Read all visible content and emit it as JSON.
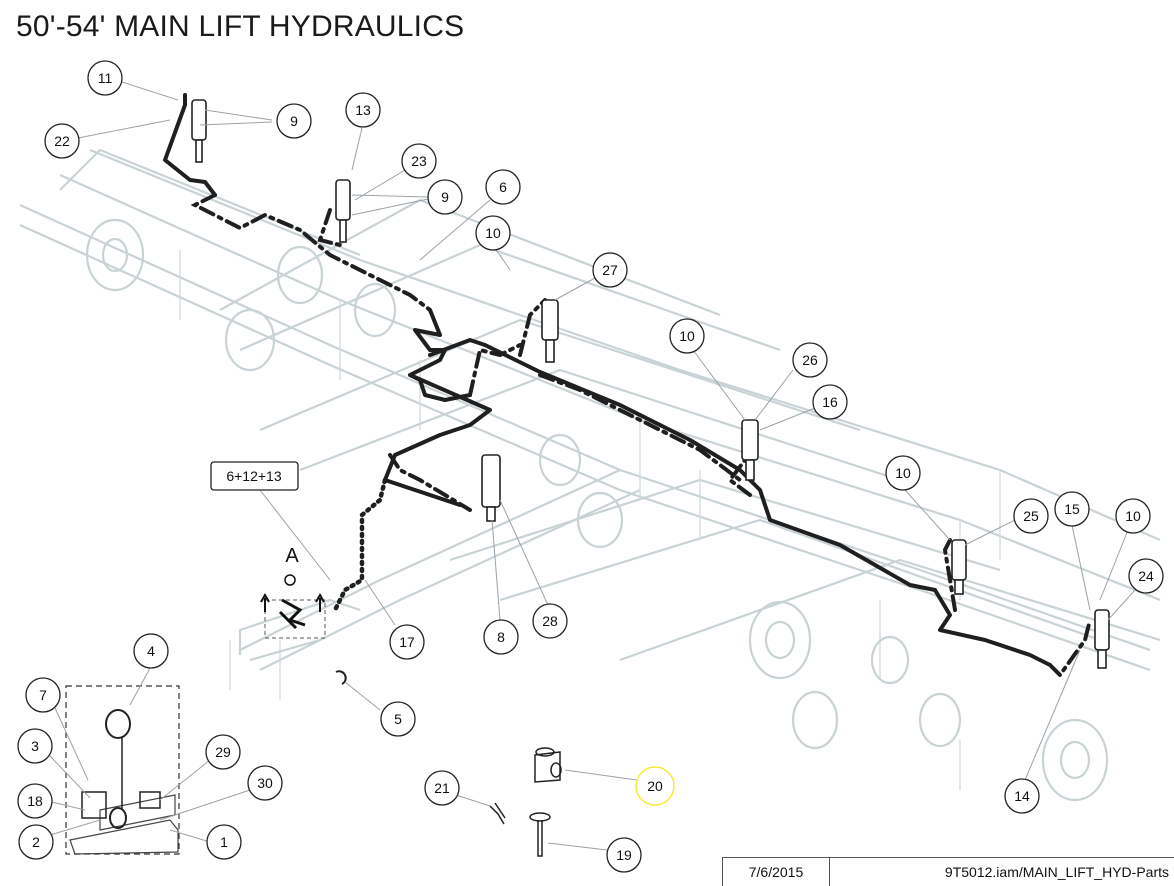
{
  "title": "50'-54' MAIN LIFT HYDRAULICS",
  "titleblock": {
    "date": "7/6/2015",
    "file": "9T5012.iam/MAIN_LIFT_HYD-Parts"
  },
  "detail_label": "A",
  "callouts": {
    "c1": "1",
    "c2": "2",
    "c3": "3",
    "c4": "4",
    "c5": "5",
    "c6": "6",
    "c6plus": "6+12+13",
    "c7": "7",
    "c8": "8",
    "c9a": "9",
    "c9b": "9",
    "c10a": "10",
    "c10b": "10",
    "c10c": "10",
    "c10d": "10",
    "c11": "11",
    "c13": "13",
    "c14": "14",
    "c15": "15",
    "c16": "16",
    "c17": "17",
    "c18": "18",
    "c19": "19",
    "c20": "20",
    "c21": "21",
    "c22": "22",
    "c23": "23",
    "c24": "24",
    "c25": "25",
    "c26": "26",
    "c27": "27",
    "c28": "28",
    "c29": "29",
    "c30": "30"
  },
  "highlight_color": "#f2ea1a"
}
